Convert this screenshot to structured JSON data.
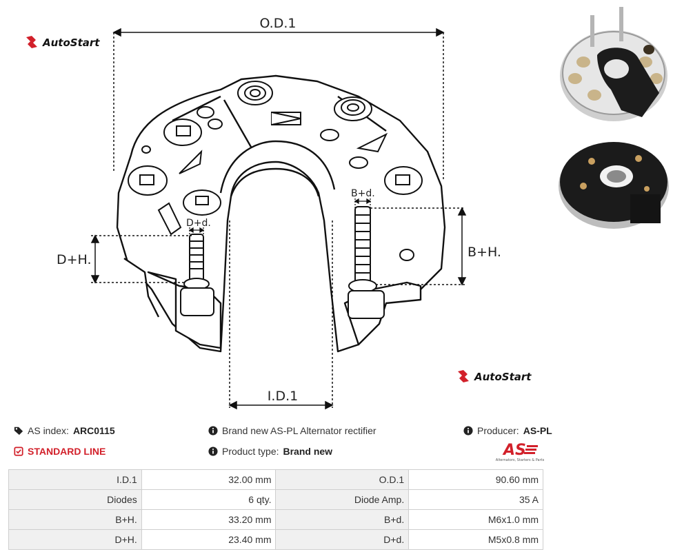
{
  "brand": {
    "name": "AutoStart"
  },
  "drawing": {
    "label_od": "O.D.1",
    "label_id": "I.D.1",
    "label_bh": "B+H.",
    "label_dh": "D+H.",
    "label_bd": "B+d.",
    "label_dd": "D+d."
  },
  "info": {
    "as_index_label": "AS index:",
    "as_index_value": "ARC0115",
    "standard_line": "STANDARD LINE",
    "description": "Brand new AS-PL Alternator rectifier",
    "product_type_label": "Product type:",
    "product_type_value": "Brand new",
    "producer_label": "Producer:",
    "producer_value": "AS-PL",
    "producer_logo_text": "AS",
    "producer_tagline": "Alternators, Starters & Parts"
  },
  "specs": [
    {
      "label1": "I.D.1",
      "value1": "32.00 mm",
      "label2": "O.D.1",
      "value2": "90.60 mm"
    },
    {
      "label1": "Diodes",
      "value1": "6 qty.",
      "label2": "Diode Amp.",
      "value2": "35 A"
    },
    {
      "label1": "B+H.",
      "value1": "33.20 mm",
      "label2": "B+d.",
      "value2": "M6x1.0 mm"
    },
    {
      "label1": "D+H.",
      "value1": "23.40 mm",
      "label2": "D+d.",
      "value2": "M5x0.8 mm"
    }
  ],
  "colors": {
    "accent_red": "#d2202a",
    "line": "#111111",
    "table_border": "#cfcfcf"
  }
}
